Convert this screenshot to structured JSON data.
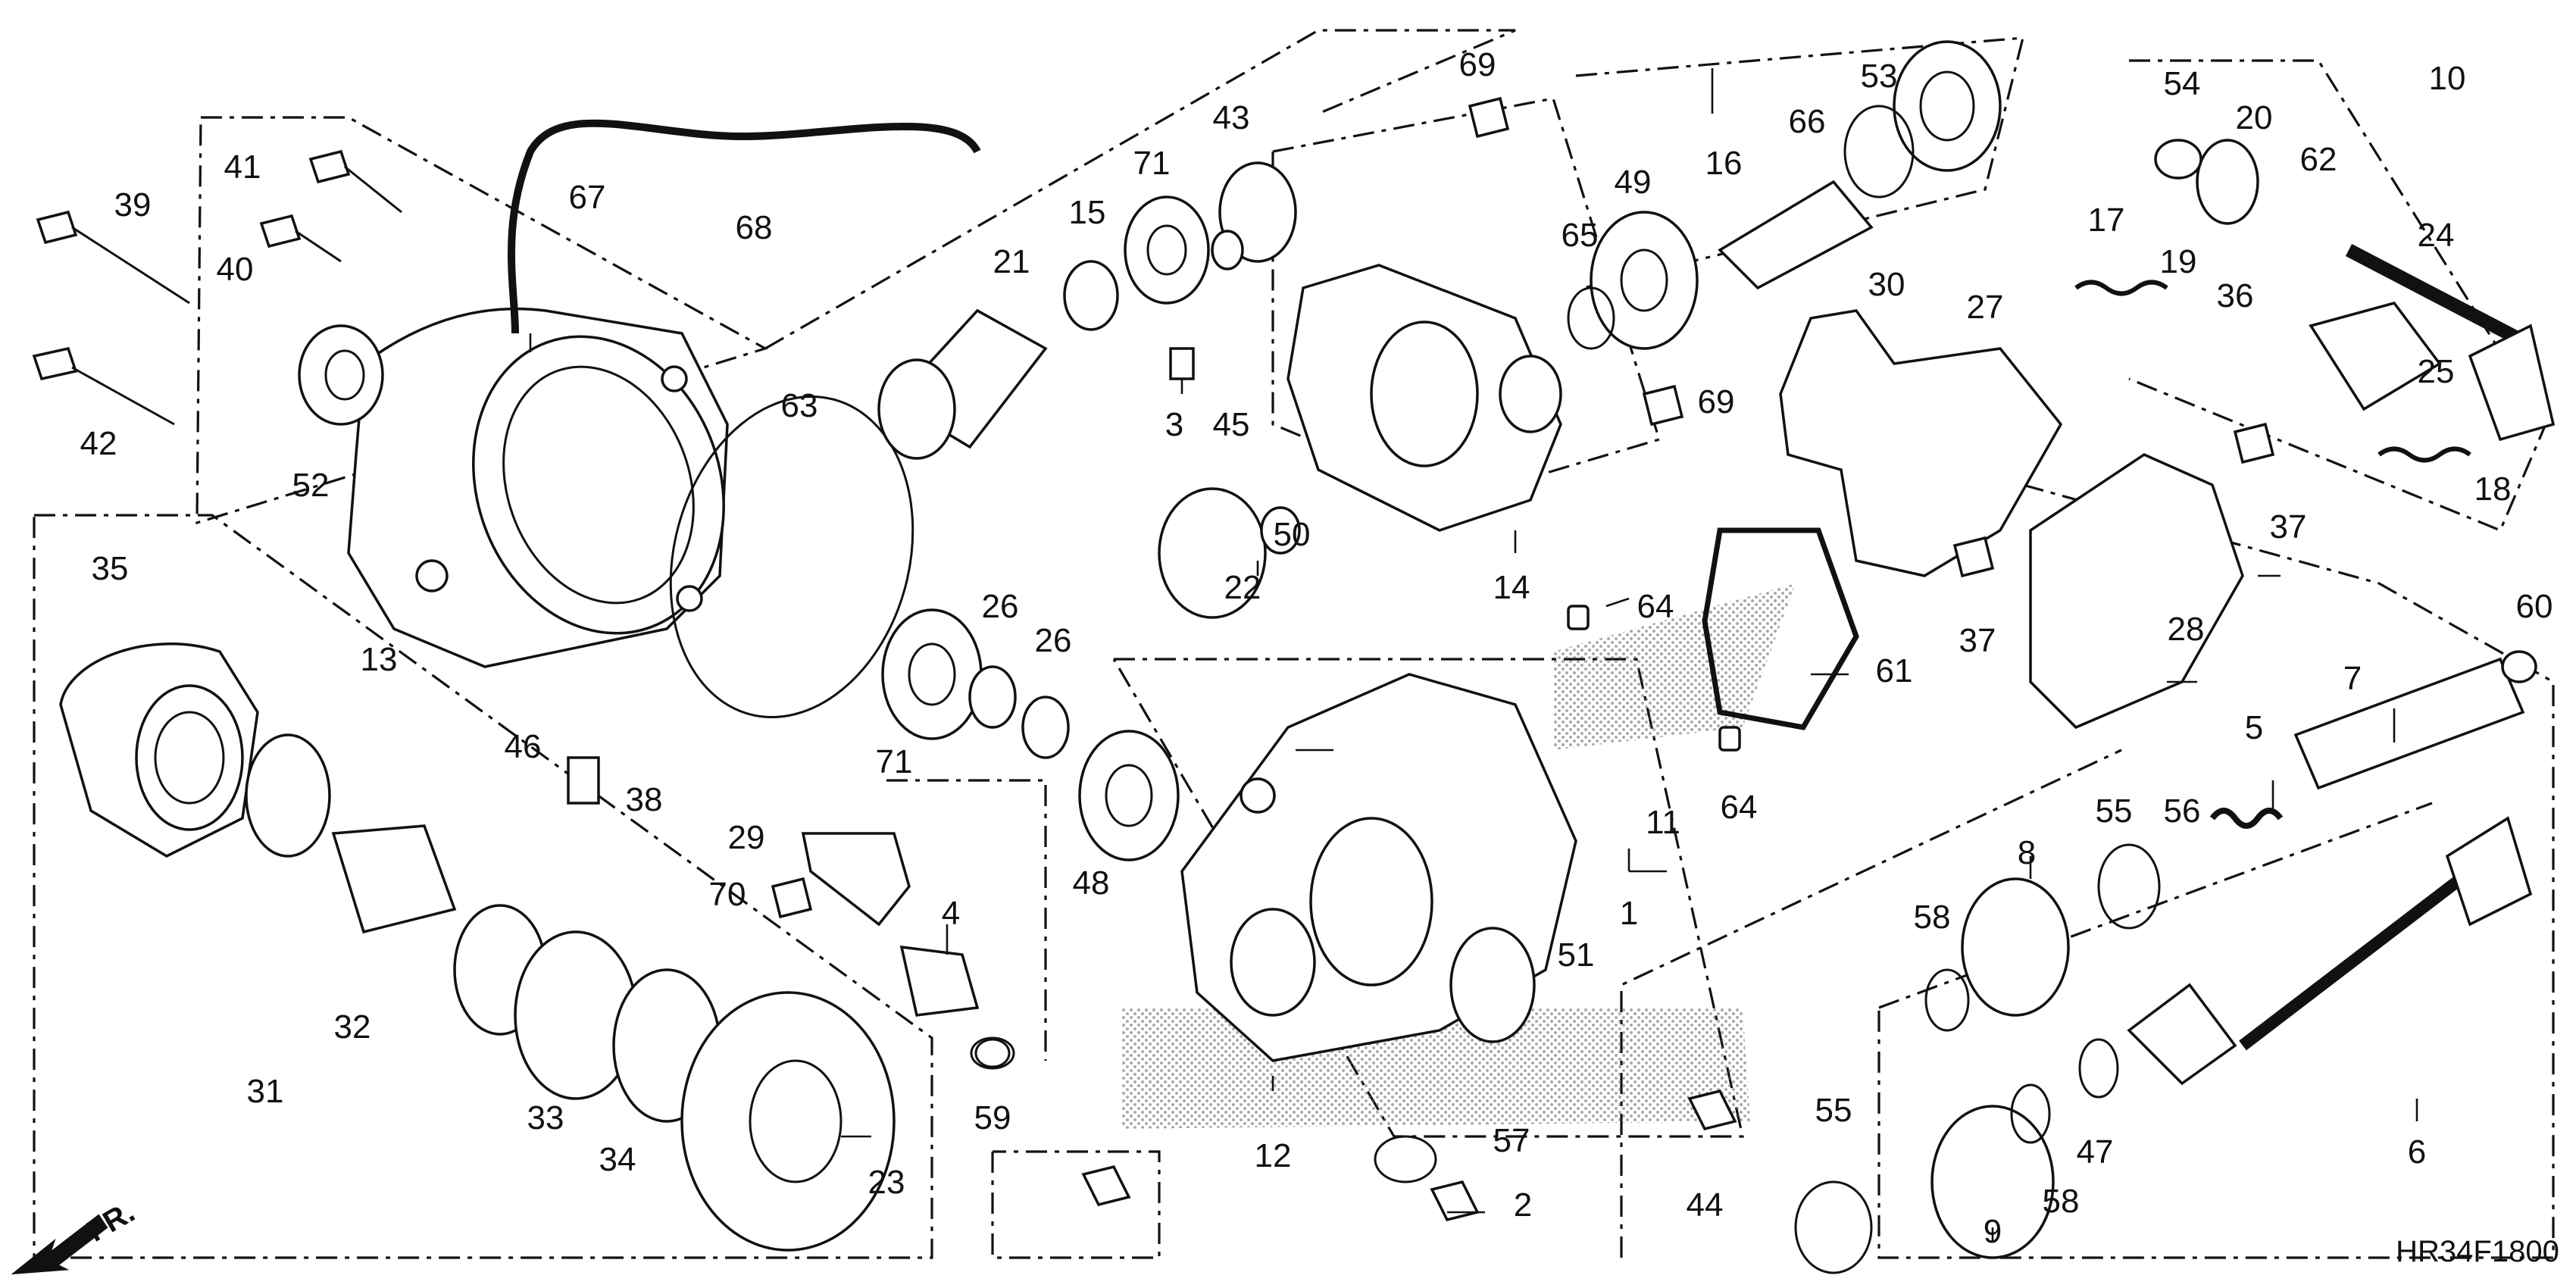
{
  "diagram": {
    "code": "HR34F1800",
    "front_marker": "FR.",
    "callouts": [
      "1",
      "2",
      "3",
      "4",
      "5",
      "6",
      "7",
      "8",
      "9",
      "10",
      "11",
      "12",
      "13",
      "14",
      "15",
      "16",
      "17",
      "18",
      "19",
      "20",
      "21",
      "22",
      "23",
      "24",
      "25",
      "26",
      "27",
      "28",
      "29",
      "30",
      "31",
      "32",
      "33",
      "34",
      "35",
      "36",
      "37",
      "38",
      "39",
      "40",
      "41",
      "42",
      "43",
      "44",
      "45",
      "46",
      "47",
      "48",
      "49",
      "50",
      "51",
      "52",
      "53",
      "54",
      "55",
      "56",
      "57",
      "58",
      "59",
      "60",
      "61",
      "62",
      "63",
      "64",
      "65",
      "66",
      "67",
      "68",
      "69",
      "70",
      "71"
    ]
  }
}
